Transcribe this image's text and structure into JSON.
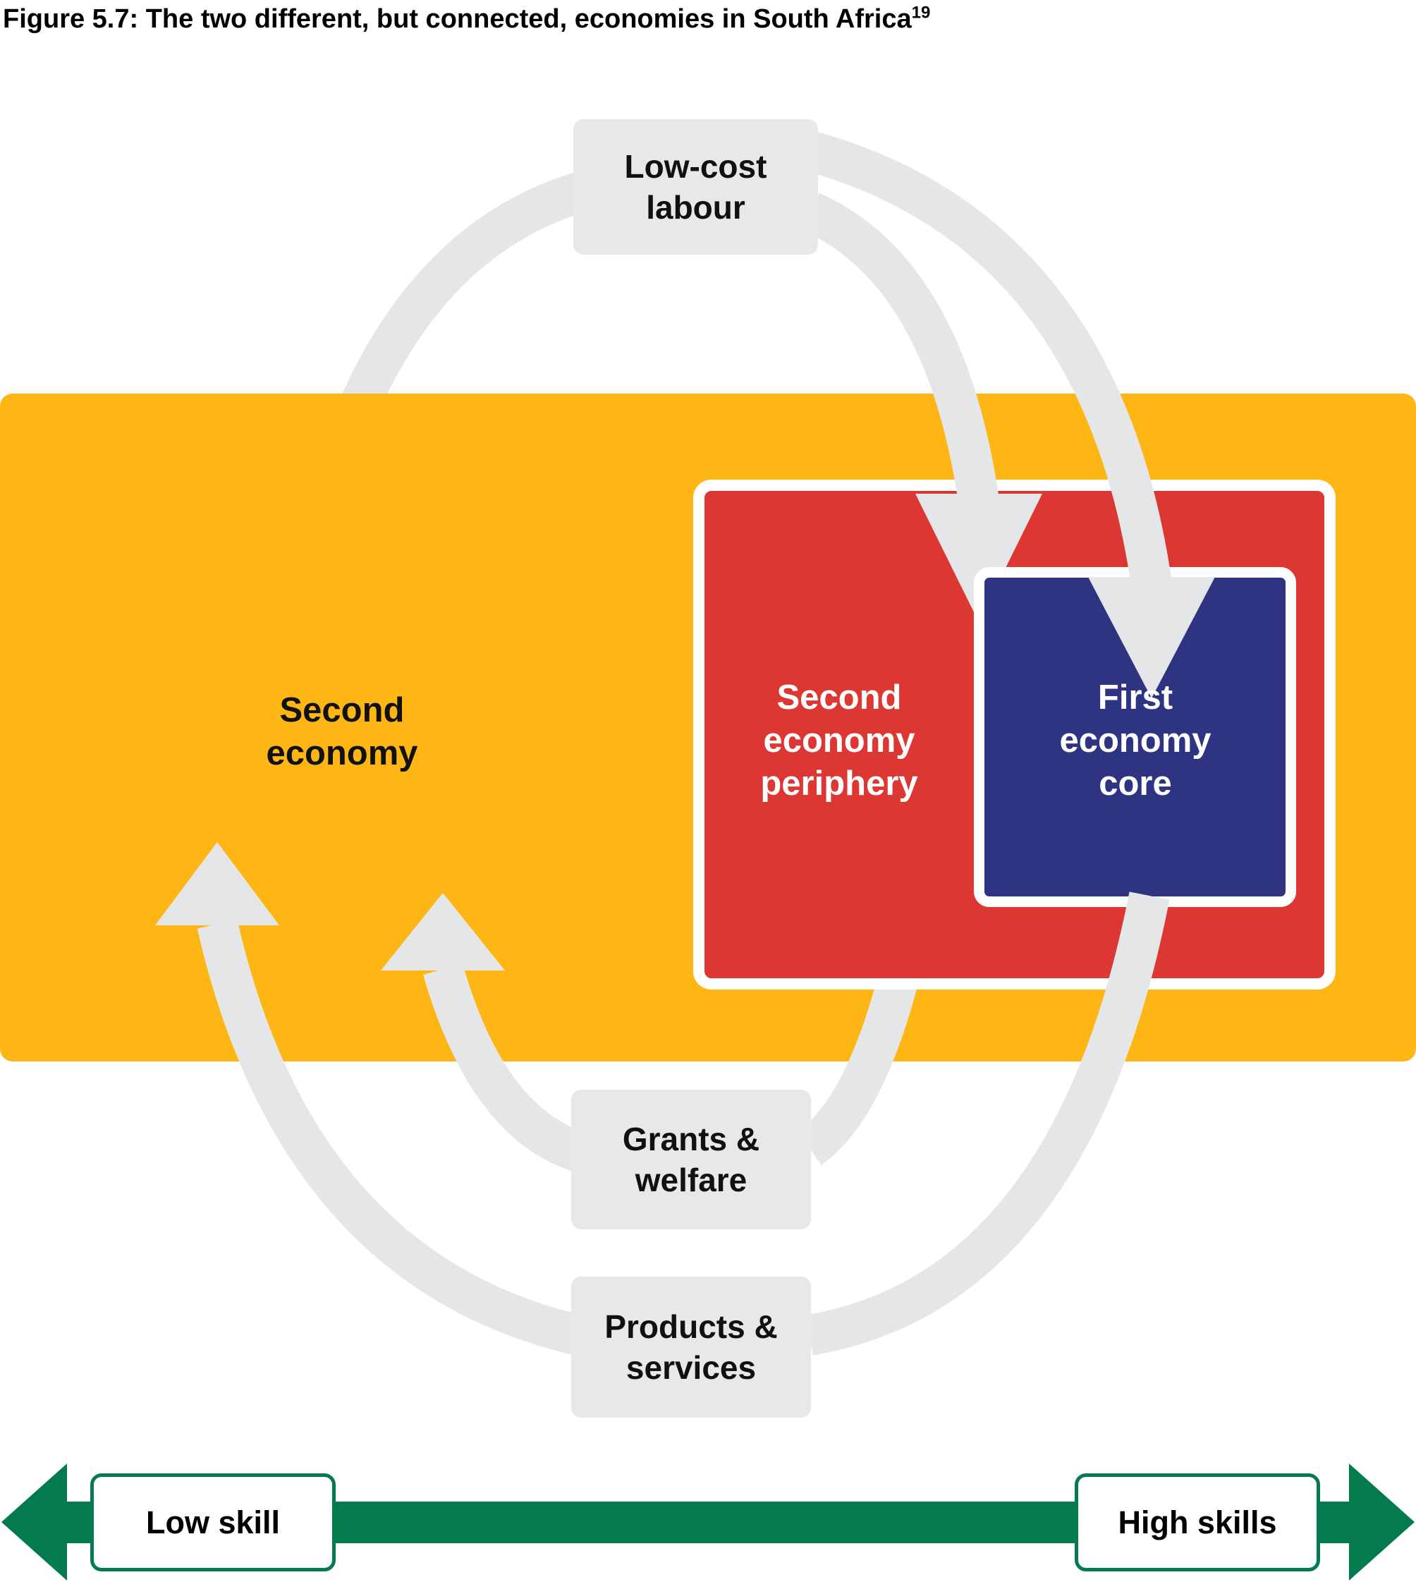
{
  "figure": {
    "title": "Figure 5.7: The two different, but connected, economies in South Africa",
    "title_note_ref": "19"
  },
  "nodes": {
    "second_economy": {
      "line1": "Second",
      "line2": "economy"
    },
    "second_economy_periphery": {
      "line1": "Second",
      "line2": "economy",
      "line3": "periphery"
    },
    "first_economy_core": {
      "line1": "First",
      "line2": "economy",
      "line3": "core"
    },
    "low_cost_labour": {
      "line1": "Low-cost",
      "line2": "labour"
    },
    "grants_welfare": {
      "line1": "Grants &",
      "line2": "welfare"
    },
    "products_services": {
      "line1": "Products &",
      "line2": "services"
    }
  },
  "skills_axis": {
    "label_left": "Low skill",
    "label_right": "High skills"
  },
  "flows": [
    {
      "from": "second_economy",
      "to": "low_cost_labour"
    },
    {
      "from": "low_cost_labour",
      "to": "second_economy_periphery"
    },
    {
      "from": "low_cost_labour",
      "to": "first_economy_core"
    },
    {
      "from": "first_economy_core",
      "to": "grants_welfare"
    },
    {
      "from": "first_economy_core",
      "to": "products_services"
    },
    {
      "from": "grants_welfare",
      "to": "second_economy"
    },
    {
      "from": "products_services",
      "to": "second_economy"
    }
  ],
  "colors": {
    "second_economy_orange": "#FEB614",
    "periphery_red": "#DC3732",
    "core_blue": "#2E3382",
    "skills_green": "#047B4C",
    "connector_grey": "#E5E6E8",
    "label_box_grey": "#E8E8E9"
  }
}
